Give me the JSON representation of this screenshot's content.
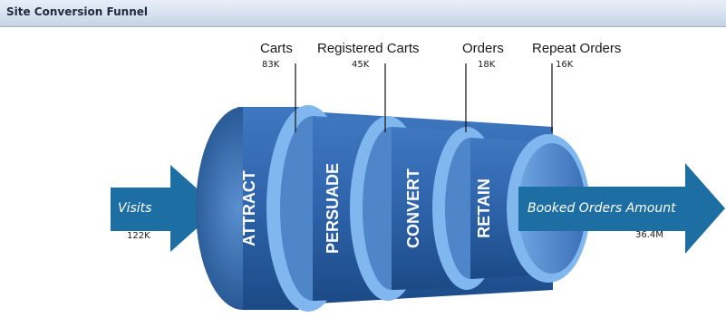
{
  "header": {
    "title": "Site Conversion Funnel"
  },
  "colors": {
    "arrow": "#1d6fa3",
    "ring_outer": "#7fb7ee",
    "ring_inner": "#4f86c9",
    "disc": "#2d5e9e"
  },
  "callouts": [
    {
      "label": "Carts",
      "value": "83K"
    },
    {
      "label": "Registered Carts",
      "value": "45K"
    },
    {
      "label": "Orders",
      "value": "18K"
    },
    {
      "label": "Repeat Orders",
      "value": "16K"
    }
  ],
  "stages": [
    "ATTRACT",
    "PERSUADE",
    "CONVERT",
    "RETAIN"
  ],
  "input": {
    "label": "Visits",
    "value": "122K"
  },
  "output": {
    "label": "Booked Orders Amount",
    "value": "36.4M"
  }
}
